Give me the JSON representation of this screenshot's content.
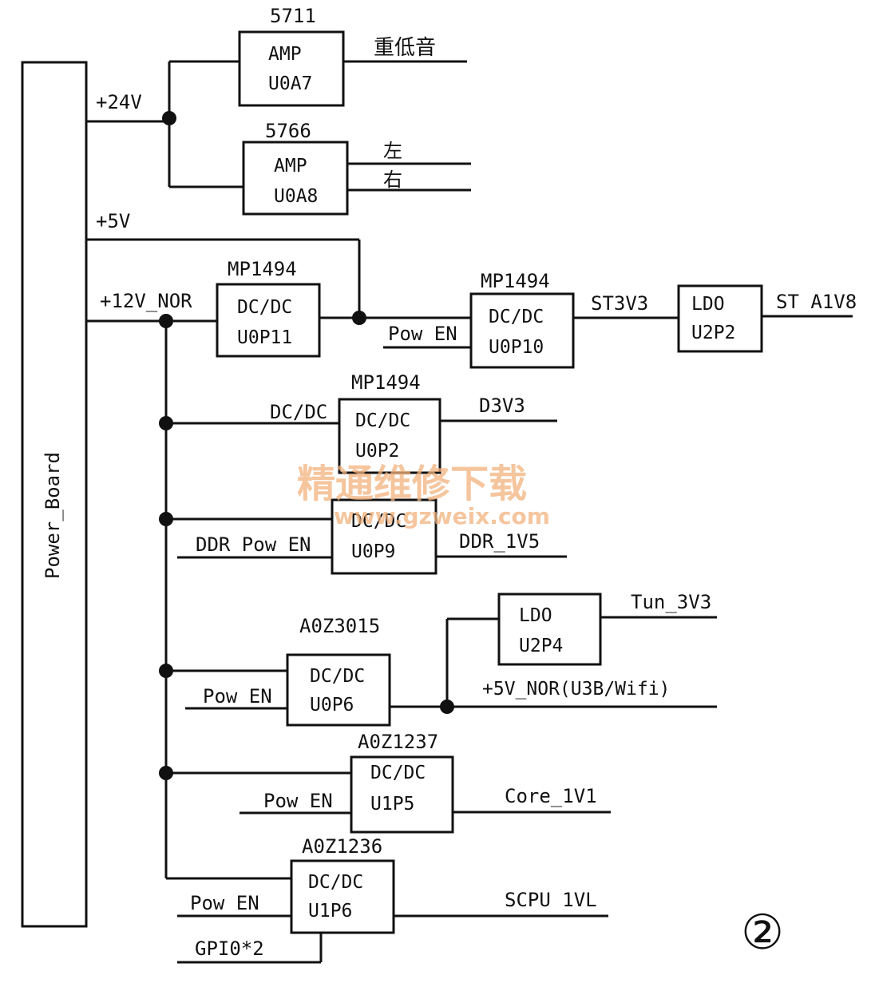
{
  "power_board": {
    "label": "Power_Board"
  },
  "rails": {
    "v24": "+24V",
    "v5": "+5V",
    "v12": "+12V_NOR"
  },
  "blocks": {
    "u0a7": {
      "part": "5711",
      "type": "AMP",
      "ref": "U0A7"
    },
    "u0a8": {
      "part": "5766",
      "type": "AMP",
      "ref": "U0A8"
    },
    "u0p11": {
      "part": "MP1494",
      "type": "DC/DC",
      "ref": "U0P11"
    },
    "u0p10": {
      "part": "MP1494",
      "type": "DC/DC",
      "ref": "U0P10"
    },
    "u2p2": {
      "type": "LDO",
      "ref": "U2P2"
    },
    "u0p2": {
      "part": "MP1494",
      "type": "DC/DC",
      "ref": "U0P2"
    },
    "u0p9": {
      "type": "DC/DC",
      "ref": "U0P9"
    },
    "u2p4": {
      "type": "LDO",
      "ref": "U2P4"
    },
    "u0p6": {
      "part": "A0Z3015",
      "type": "DC/DC",
      "ref": "U0P6"
    },
    "u1p5": {
      "part": "A0Z1237",
      "type": "DC/DC",
      "ref": "U1P5"
    },
    "u1p6": {
      "part": "A0Z1236",
      "type": "DC/DC",
      "ref": "U1P6"
    }
  },
  "signals": {
    "subwoofer": "重低音",
    "left": "左",
    "right": "右",
    "pow_en": "Pow EN",
    "st3v3": "ST3V3",
    "st_a1v8": "ST A1V8",
    "dcdc_in": "DC/DC",
    "d3v3": "D3V3",
    "ddr_pow_en": "DDR Pow EN",
    "ddr_1v5": "DDR_1V5",
    "tun_3v3": "Tun_3V3",
    "v5_nor": "+5V_NOR(U3B/Wifi)",
    "core_1v1": "Core_1V1",
    "scpu_1vl": "SCPU 1VL",
    "gpio": "GPI0*2"
  },
  "watermark": {
    "title": "精通维修下载",
    "url": "www.gzweix.com"
  },
  "figure_number": "②"
}
